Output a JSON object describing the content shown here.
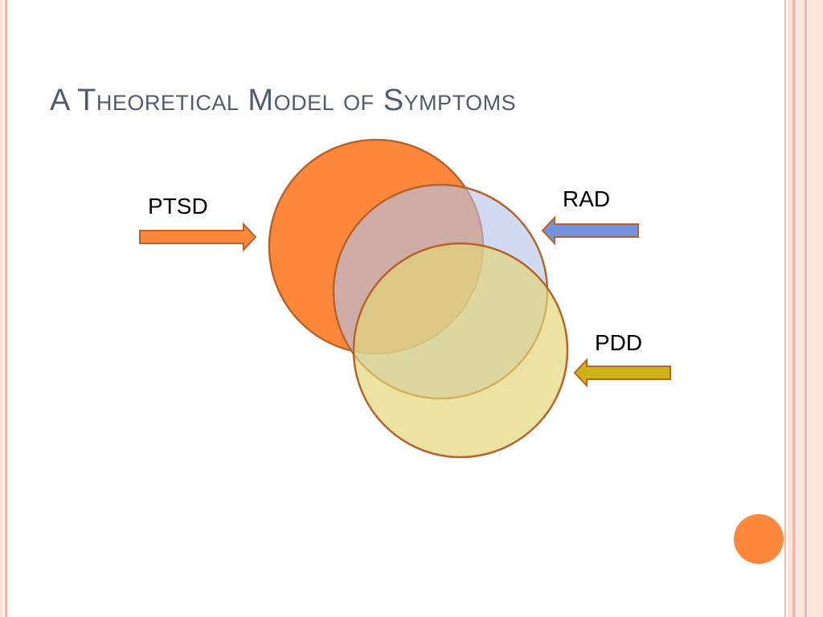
{
  "title": "A Theoretical Model of Symptoms",
  "diagram": {
    "sets": [
      {
        "label": "PTSD",
        "fill": "#fd873b",
        "stroke": "#b8632a",
        "arrow_color": "#fd873b"
      },
      {
        "label": "RAD",
        "fill": "#c8d4f0",
        "stroke": "#b8632a",
        "arrow_color": "#7394dc"
      },
      {
        "label": "PDD",
        "fill": "#ebe39c",
        "stroke": "#b8632a",
        "arrow_color": "#cdb314"
      }
    ]
  },
  "theme": {
    "title_color": "#505a70",
    "border_color": "#f7b7a3",
    "accent_dot_color": "#fd873b"
  }
}
